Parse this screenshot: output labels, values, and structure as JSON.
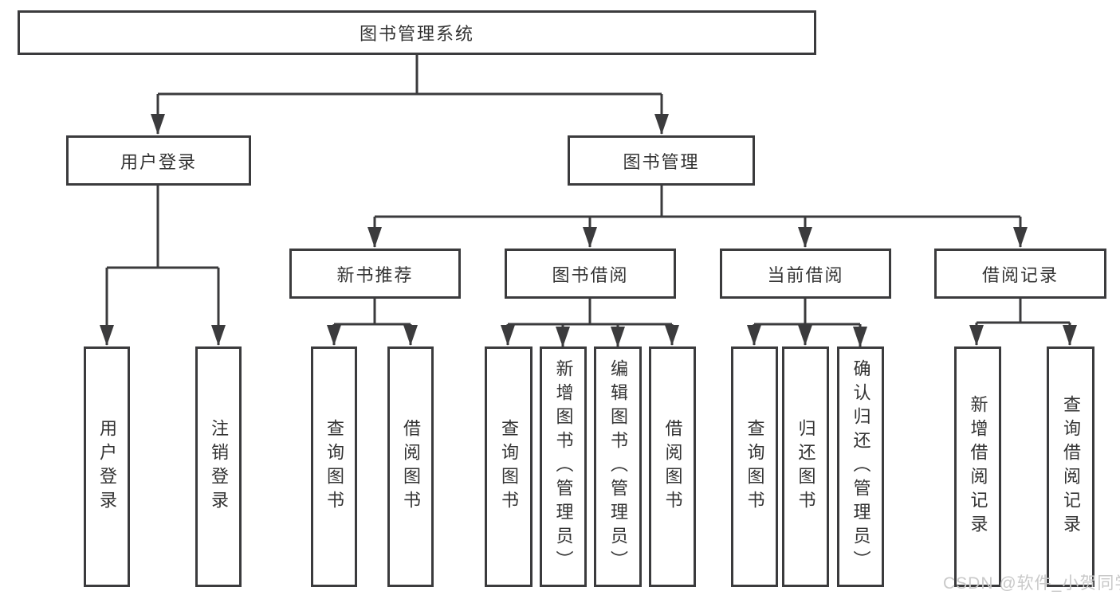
{
  "diagram": {
    "root": {
      "label": "图书管理系统"
    },
    "branches": [
      {
        "label": "用户登录",
        "children": [
          {
            "label": "用户登录"
          },
          {
            "label": "注销登录"
          }
        ]
      },
      {
        "label": "图书管理",
        "children": [
          {
            "label": "新书推荐",
            "children": [
              {
                "label": "查询图书"
              },
              {
                "label": "借阅图书"
              }
            ]
          },
          {
            "label": "图书借阅",
            "children": [
              {
                "label": "查询图书"
              },
              {
                "label": "新增图书（管理员）"
              },
              {
                "label": "编辑图书（管理员）"
              },
              {
                "label": "借阅图书"
              }
            ]
          },
          {
            "label": "当前借阅",
            "children": [
              {
                "label": "查询图书"
              },
              {
                "label": "归还图书"
              },
              {
                "label": "确认归还（管理员）"
              }
            ]
          },
          {
            "label": "借阅记录",
            "children": [
              {
                "label": "新增借阅记录"
              },
              {
                "label": "查询借阅记录"
              }
            ]
          }
        ]
      }
    ]
  },
  "watermark": {
    "text": "CSDN @软件_小贺同学"
  },
  "colors": {
    "line": "#3b3b3d",
    "text": "#333333",
    "watermark": "#c9c9c9",
    "background": "#ffffff"
  }
}
